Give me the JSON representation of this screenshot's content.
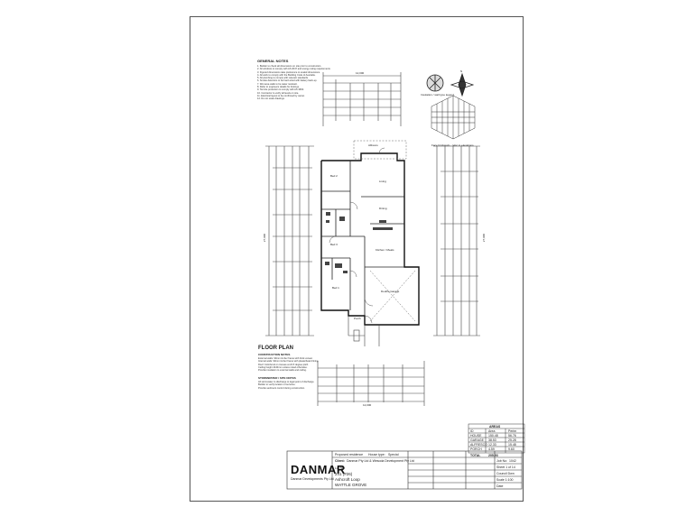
{
  "sheet": {
    "title": "FLOOR PLAN",
    "general_notes_title": "GENERAL NOTES",
    "general_notes": [
      "1. Builder to check all dimensions on site prior to construction.",
      "2. All windows to comply with AS 2047 and energy rating requirements.",
      "3. Figured dimensions take preference to scaled dimensions.",
      "4. All work to comply with the Building Code of Australia.",
      "5. All plumbing to comply with relevant standards.",
      "6. Smoke detectors to be hard wired with battery back-up.",
      "7. Wet area walls to be water resistant.",
      "8. Refer to engineers details for footings.",
      "9. Termite protection to comply with AS 3660.",
      "10. Contractor to verify all levels on site.",
      "11. Electrical layout to be confirmed by owner.",
      "12. Do not scale drawings."
    ],
    "construction_notes_title": "CONSTRUCTION NOTES",
    "construction_notes": [
      "External walls: 90mm timber frame with brick veneer.",
      "Internal walls: 90mm timber frame with plasterboard lining.",
      "Roof: Colorbond on trusses at 22.5 degree pitch.",
      "Ceiling height 2440mm unless noted otherwise.",
      "Provide insulation to external walls and ceiling."
    ],
    "stormwater_title": "STORMWATER / SITE NOTES",
    "stormwater_notes": [
      "All stormwater to discharge to legal point of discharge.",
      "Builder to verify location of services.",
      "Provide sediment control during construction."
    ],
    "top_overall_dim": "12,000",
    "bottom_overall_dim": "12,000",
    "left_overall_dim": "27,900",
    "right_overall_dim": "27,900",
    "rooms": [
      {
        "name": "Bed 2"
      },
      {
        "name": "Living"
      },
      {
        "name": "Dining"
      },
      {
        "name": "Bed 3"
      },
      {
        "name": "Kitchen / Meals"
      },
      {
        "name": "Bed 1"
      },
      {
        "name": "Double Garage"
      },
      {
        "name": "Porch"
      },
      {
        "name": "Alfresco"
      }
    ],
    "north_label": "N",
    "legend_caption": "Insulation / wall type legend",
    "brick_caption": "Face brickwork - refer to elevations"
  },
  "title_block": {
    "logo": "DANMAR",
    "logo_sub": "Danmar Developments Pty Ltd",
    "project_label": "Proposed residence",
    "client_label": "Client:",
    "client_value": "Danmar Pty Ltd & Wesoda Development Pty Ltd",
    "lot_label": "Lot No:",
    "lot_value": "241 (#26)",
    "street_value": "Ashcroft Loop",
    "suburb_value": "WATTLE GROVE",
    "house_type_label": "House type:",
    "house_type_value": "Special",
    "job_no_label": "Job No:",
    "job_no_value": "1042",
    "sheet_label": "Sheet 1 of 14",
    "council_label": "Council Dwn",
    "scale_label": "Scale 1:100",
    "date_label": "Date"
  },
  "areas": {
    "title": "AREAS",
    "header": [
      "ID",
      "Area",
      "Perim"
    ],
    "rows": [
      [
        "HOUSE",
        "150.48",
        "56.76"
      ],
      [
        "GARAGE",
        "38.53",
        "25.28"
      ],
      [
        "ALFRESCO",
        "12.33",
        "15.48"
      ],
      [
        "PORCH",
        "4.59",
        "9.60"
      ]
    ],
    "total_label": "TOTAL",
    "total_value": "205.93"
  }
}
